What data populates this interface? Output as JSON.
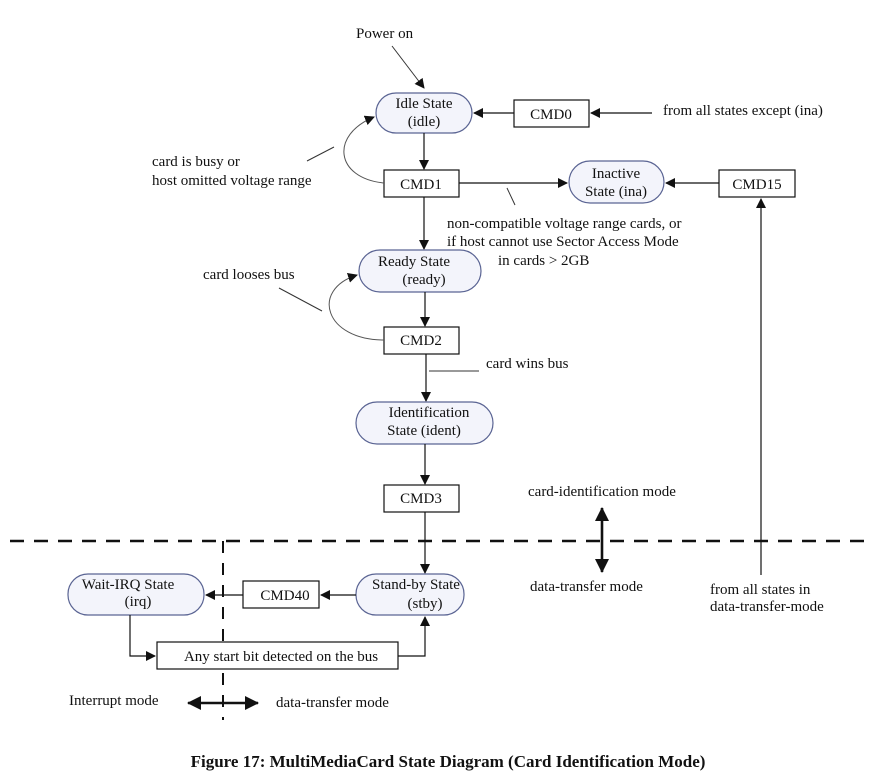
{
  "figure": {
    "caption": "Figure 17: MultiMediaCard State Diagram (Card Identification Mode)"
  },
  "states": {
    "idle": {
      "line1": "Idle State",
      "line2": "(idle)"
    },
    "inactive": {
      "line1": "Inactive",
      "line2": "State (ina)"
    },
    "ready": {
      "line1": "Ready State",
      "line2": "(ready)"
    },
    "ident": {
      "line1": "Identification",
      "line2": "State (ident)"
    },
    "standby": {
      "line1": "Stand-by State",
      "line2": "(stby)"
    },
    "waitirq": {
      "line1": "Wait-IRQ State",
      "line2": "(irq)"
    }
  },
  "commands": {
    "cmd0": "CMD0",
    "cmd1": "CMD1",
    "cmd15": "CMD15",
    "cmd2": "CMD2",
    "cmd3": "CMD3",
    "cmd40": "CMD40",
    "start_bit": "Any start bit detected on the bus"
  },
  "annotations": {
    "power_on": "Power on",
    "from_all_except": "from all states except (ina)",
    "busy_line1": "card is busy or",
    "busy_line2": "host omitted voltage range",
    "noncompat_line1": "non-compatible voltage range cards, or",
    "noncompat_line2": "if host cannot use Sector Access Mode",
    "noncompat_line3": "in cards > 2GB",
    "looses_bus": "card looses bus",
    "wins_bus": "card wins bus",
    "card_ident_mode": "card-identification mode",
    "data_transfer_mode": "data-transfer mode",
    "from_data_line1": "from all states in",
    "from_data_line2": "data-transfer-mode",
    "interrupt_mode": "Interrupt mode",
    "data_transfer_mode_bottom": "data-transfer mode"
  },
  "colors": {
    "state_fill": "#f3f4fb",
    "state_stroke": "#5a6493",
    "ink": "#111111"
  }
}
